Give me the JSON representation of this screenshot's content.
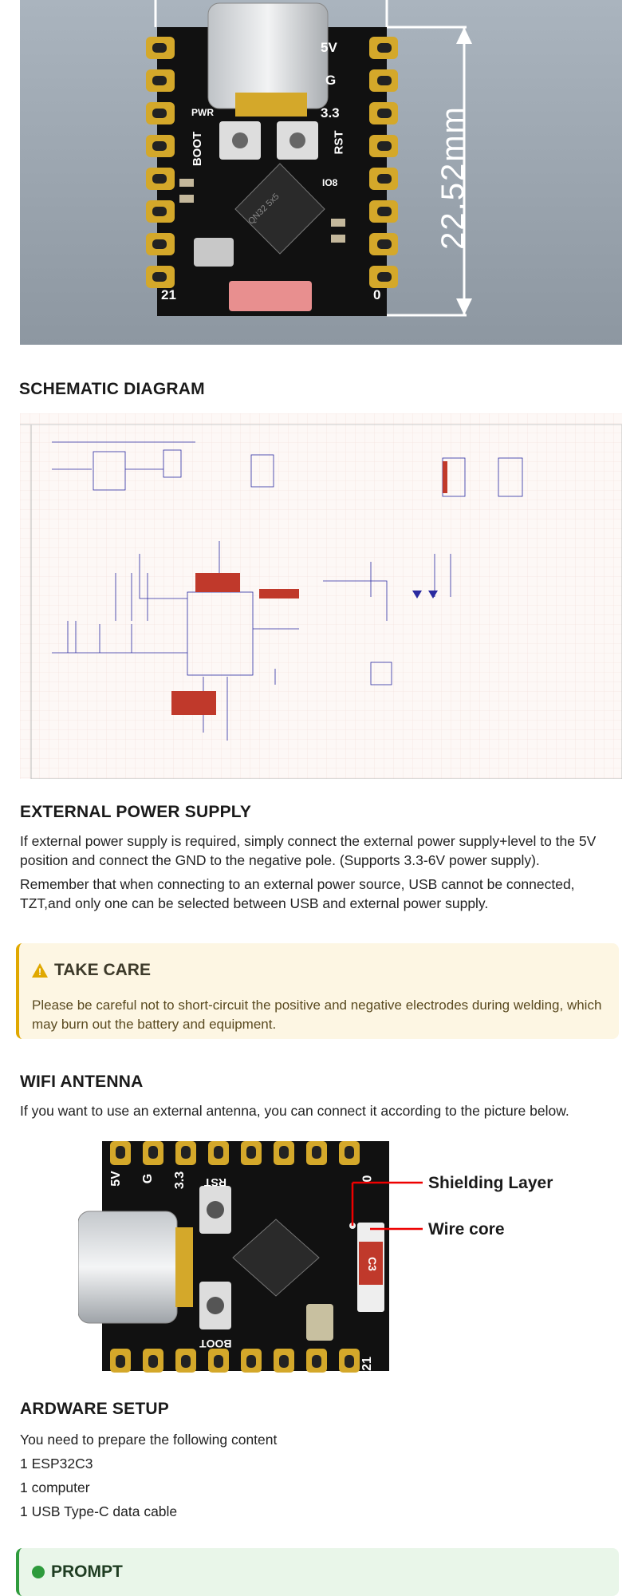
{
  "top_board": {
    "labels": {
      "v5": "5V",
      "g": "G",
      "v33": "3.3",
      "rst": "RST",
      "pwr": "PWR",
      "boot": "BOOT",
      "io8": "IO8",
      "pin21": "21",
      "pin0": "0",
      "chip": "QN32 5x5"
    },
    "dimension": "22.52mm"
  },
  "schematic": {
    "title": "SCHEMATIC DIAGRAM"
  },
  "power": {
    "title": "EXTERNAL POWER SUPPLY",
    "p1": "If external power supply is required, simply connect the external power supply+level to the 5V position and connect the GND to the negative pole. (Supports 3.3-6V power supply).",
    "p2": "Remember that when connecting to an external power source, USB cannot be connected, TZT,and only one can be selected between USB and external power supply."
  },
  "take_care": {
    "title": "TAKE CARE",
    "text": "Please be careful not to short-circuit the positive and negative electrodes during welding, which may burn out the battery and equipment."
  },
  "wifi": {
    "title": "WIFI ANTENNA",
    "text": "If you want to use an external antenna, you can connect it according to the picture below.",
    "shield_label": "Shielding Layer",
    "core_label": "Wire core",
    "board_labels": {
      "v5": "5V",
      "g": "G",
      "v33": "3.3",
      "rst": "RST",
      "boot": "BOOT",
      "pin0": "0",
      "pin21": "21",
      "c3": "C3"
    }
  },
  "hardware": {
    "title": "ARDWARE SETUP",
    "intro": "You need to prepare the following content",
    "items": [
      "1 ESP32C3",
      "1 computer",
      "1 USB Type-C data cable"
    ]
  },
  "prompt": {
    "title": "PROMPT"
  }
}
